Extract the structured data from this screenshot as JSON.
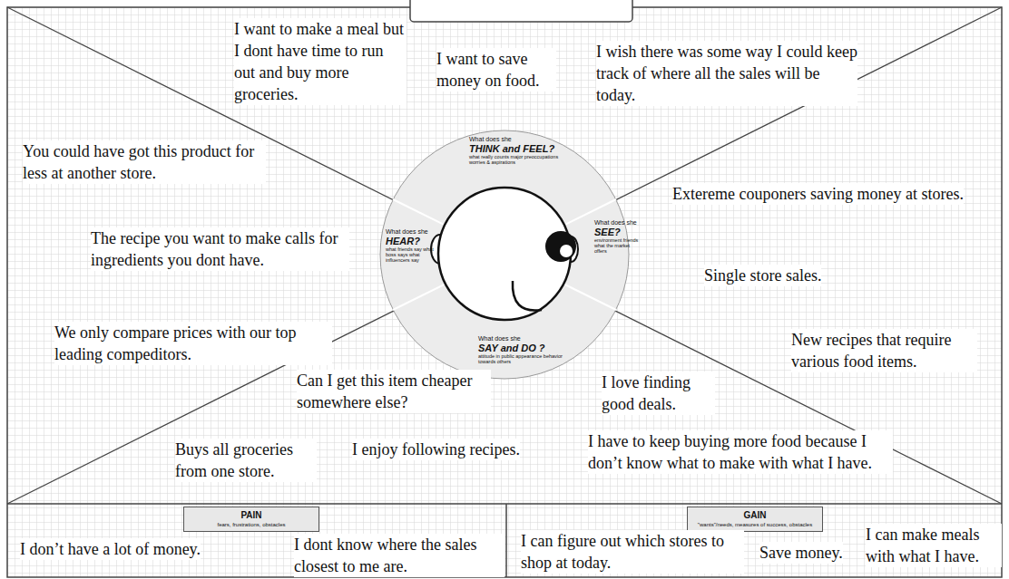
{
  "diagram": {
    "nodes": [
      {
        "text": [
          "What does she",
          "THINK and FEEL?",
          "what really counts major preoccupations worries & aspirations",
          "What does she",
          "HEAR?",
          "what friends say what boss says what influencers say",
          "What does she",
          "SEE?",
          "environment friends what the market offers",
          "What does she",
          "SAY and DO ?",
          "attitude in public appearance behavior towards others"
        ]
      },
      {
        "text": [
          "PAIN",
          "fears, frustrations, obstacles"
        ]
      },
      {
        "text": [
          "GAIN",
          "\"wants\"/needs, measures of success, obstacles"
        ]
      }
    ],
    "labels": [
      "I want to make a meal but I dont have time to run out and buy more groceries.",
      "I want to save money on food.",
      "I wish there was some way I could keep track of where all the sales will be today.",
      "You could have got this product for less at another store.",
      "The recipe you want to make calls for ingredients you dont have.",
      "We only compare prices with our top leading compeditors.",
      "Extereme couponers saving money at stores.",
      "Single store sales.",
      "New recipes that require various food items.",
      "Can I get this item cheaper somewhere else?",
      "I love finding good deals.",
      "Buys all groceries from one store.",
      "I enjoy following recipes.",
      "I have to keep buying more food because I don’t know what to make with what I have.",
      "I don’t have a lot of money.",
      "I dont know where the sales closest to me are.",
      "I can figure out which stores to shop at today.",
      "Save money.",
      "I can make meals with what I have."
    ]
  }
}
